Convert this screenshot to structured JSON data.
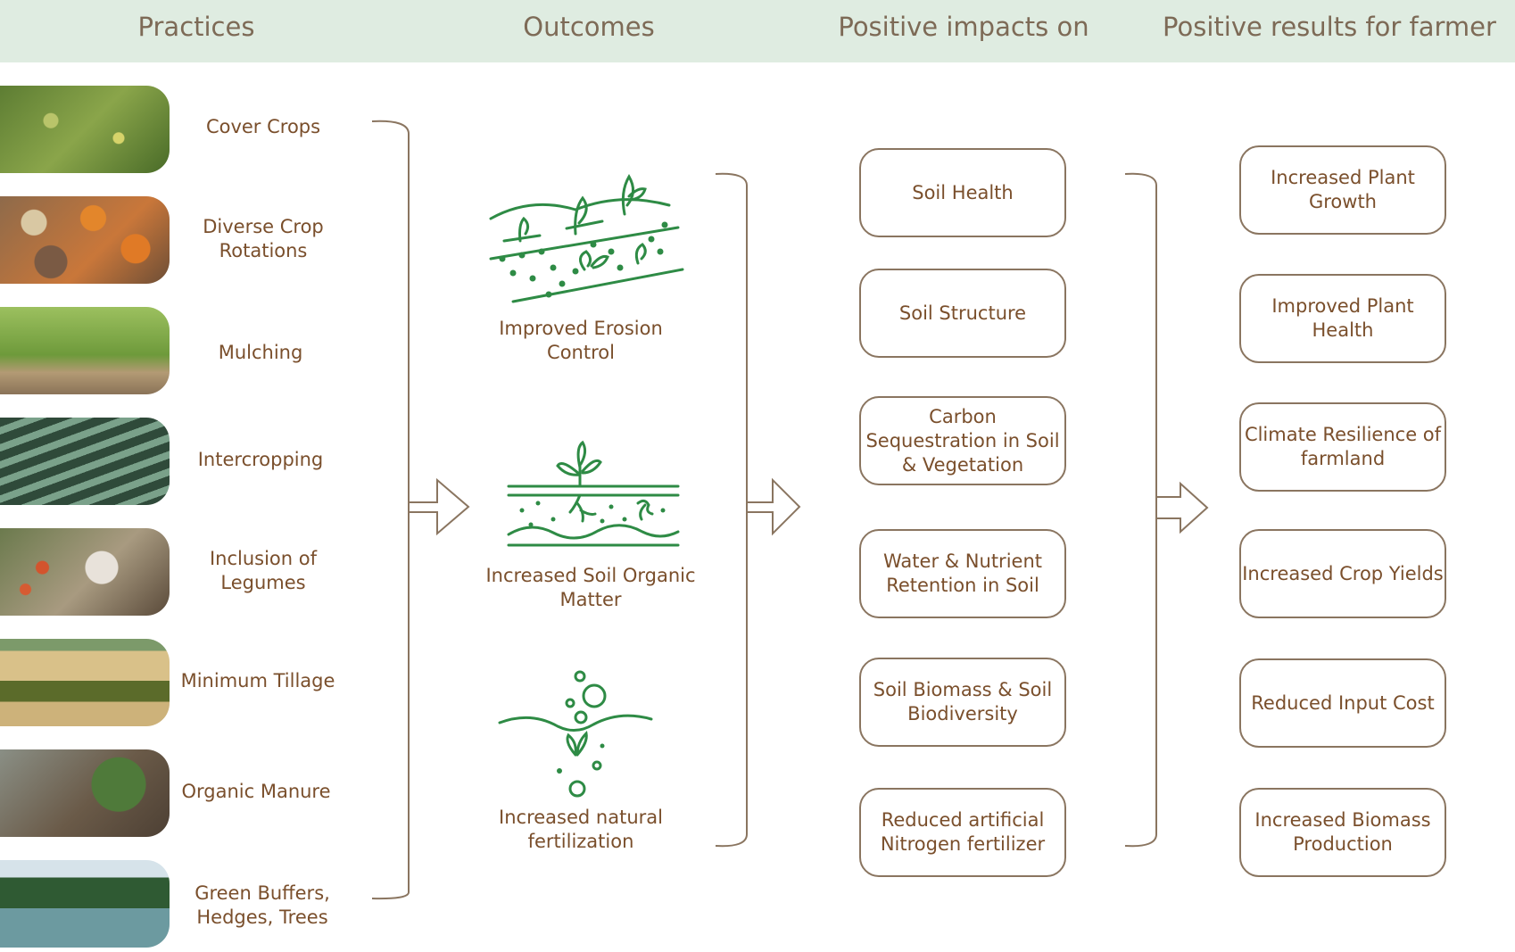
{
  "headers": [
    "Practices",
    "Outcomes",
    "Positive impacts on",
    "Positive results for farmer"
  ],
  "practices": [
    {
      "label": "Cover Crops",
      "icon": "cover-crops-photo"
    },
    {
      "label": "Diverse Crop Rotations",
      "icon": "diverse-crop-rotations-photo"
    },
    {
      "label": "Mulching",
      "icon": "mulching-photo"
    },
    {
      "label": "Intercropping",
      "icon": "intercropping-photo"
    },
    {
      "label": "Inclusion of Legumes",
      "icon": "legumes-photo"
    },
    {
      "label": "Minimum Tillage",
      "icon": "minimum-tillage-photo"
    },
    {
      "label": "Organic Manure",
      "icon": "organic-manure-photo"
    },
    {
      "label": "Green Buffers, Hedges, Trees",
      "icon": "green-buffers-photo"
    }
  ],
  "outcomes": [
    {
      "label": "Improved Erosion Control",
      "icon": "erosion-control-icon"
    },
    {
      "label": "Increased Soil Organic Matter",
      "icon": "soil-organic-matter-icon"
    },
    {
      "label": "Increased natural fertilization",
      "icon": "natural-fertilization-icon"
    }
  ],
  "impacts": [
    "Soil Health",
    "Soil Structure",
    "Carbon Sequestration in Soil & Vegetation",
    "Water & Nutrient Retention in Soil",
    "Soil Biomass & Soil Biodiversity",
    "Reduced artificial Nitrogen fertilizer"
  ],
  "results": [
    "Increased Plant Growth",
    "Improved Plant Health",
    "Climate Resilience of farmland",
    "Increased Crop Yields",
    "Reduced Input Cost",
    "Increased Biomass Production"
  ],
  "colors": {
    "header_bg": "#dfece1",
    "text": "#7a4f2c",
    "icon_green": "#2e8b45",
    "border": "#8a7560"
  }
}
